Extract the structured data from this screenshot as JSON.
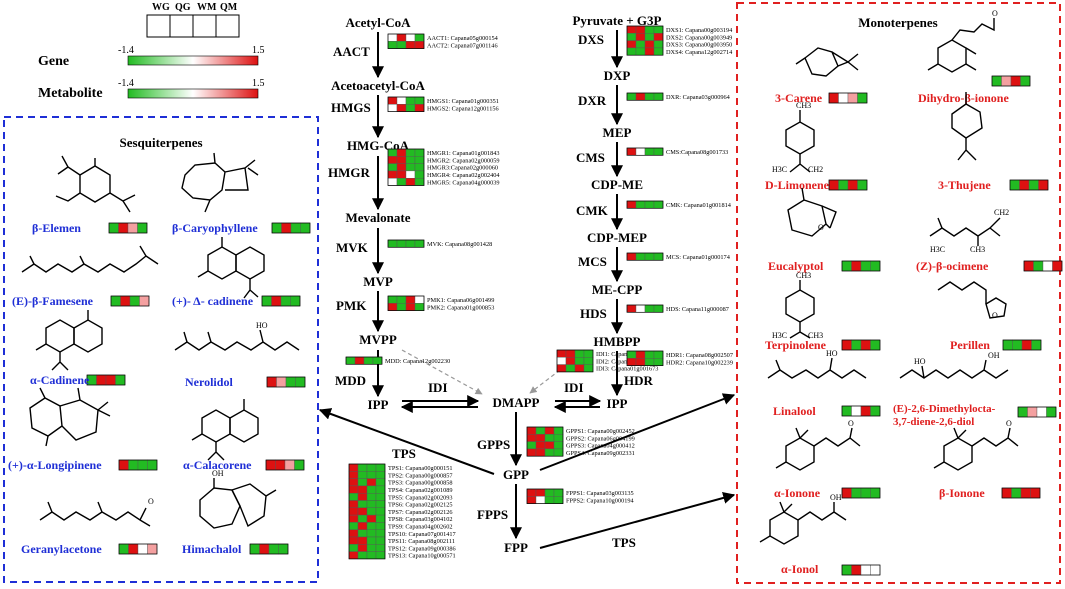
{
  "legend": {
    "columns": [
      "WG",
      "QG",
      "WM",
      "QM"
    ],
    "gene_label": "Gene",
    "metabolite_label": "Metabolite",
    "min": "-1.4",
    "max": "1.5",
    "colors": {
      "low": "#22bb22",
      "mid": "#ffffff",
      "high": "#dd1111"
    }
  },
  "pathway": {
    "metabolites": [
      "Acetyl-CoA",
      "Acetoacetyl-CoA",
      "HMG-CoA",
      "Mevalonate",
      "MVP",
      "MVPP",
      "IPP",
      "DMAPP",
      "GPP",
      "FPP",
      "Pyruvate + G3P",
      "DXP",
      "MEP",
      "CDP-ME",
      "CDP-MEP",
      "ME-CPP",
      "HMBPP",
      "IPP"
    ],
    "enzymes": [
      "AACT",
      "HMGS",
      "HMGR",
      "MVK",
      "PMK",
      "MDD",
      "IDI",
      "DXS",
      "DXR",
      "CMS",
      "CMK",
      "MCS",
      "HDS",
      "HDR",
      "IDI",
      "GPPS",
      "FPPS",
      "TPS",
      "TPS"
    ]
  },
  "genes": {
    "AACT": [
      "AACT1: Capana05g000154",
      "AACT2: Capana07g001146"
    ],
    "HMGS": [
      "HMGS1: Capana01g000351",
      "HMGS2: Capana12g001156"
    ],
    "HMGR": [
      "HMGR1: Capana01g001843",
      "HMGR2: Capana02g000059",
      "HMGR3:Capana02g000060",
      "HMGR4: Capana02g002404",
      "HMGR5: Capana04g000039"
    ],
    "MVK": [
      "MVK: Capana08g001428"
    ],
    "PMK": [
      "PMK1: Capana06g001499",
      "PMK2: Capana01g000853"
    ],
    "MDD": [
      "MDD: Capana12g002230"
    ],
    "IDI": [
      "IDI1: Capana05g002500",
      "IDI2: Capana05g002501",
      "IDI3: Capana01g001673"
    ],
    "DXS": [
      "DXS1: Capana00g003194",
      "DXS2: Capana00g003949",
      "DXS3: Capana00g003950",
      "DXS4: Capana12g002714"
    ],
    "DXR": [
      "DXR: Capana03g000964"
    ],
    "CMS": [
      "CMS:Capana08g001733"
    ],
    "CMK": [
      "CMK: Capana01g001814"
    ],
    "MCS": [
      "MCS: Capana01g000174"
    ],
    "HDS": [
      "HDS: Capana11g000087"
    ],
    "HDR": [
      "HDR1: Capana08g002507",
      "HDR2: Capana10g002239"
    ],
    "GPPS": [
      "GPPS1: Capana00g002452",
      "GPPS2: Capana06g004199",
      "GPPS3: Capana04g000412",
      "GPPS4: Capana09g002331"
    ],
    "FPPS": [
      "FPPS1: Capana03g003135",
      "FPPS2: Capana10g000194"
    ],
    "TPS": [
      "TPS1: Capana00g000151",
      "TPS2: Capana00g000857",
      "TPS3: Capana00g000858",
      "TPS4: Capana02g001089",
      "TPS5: Capana02g002093",
      "TPS6: Capana02g002125",
      "TPS7: Capana02g002126",
      "TPS8: Capana03g004102",
      "TPS9: Capana04g002602",
      "TPS10: Capana07g001417",
      "TPS11: Capana08g002111",
      "TPS12: Capana09g000386",
      "TPS13: Capana10g000571"
    ]
  },
  "sesquiterpenes": {
    "title": "Sesquiterpenes",
    "compounds": [
      "β-Elemen",
      "β-Caryophyllene",
      "(E)-β-Famesene",
      "(+)- Δ- cadinene",
      "α-Cadinene",
      "Nerolidol",
      "(+)-α-Longipinene",
      "α-Calacorene",
      "Geranylacetone",
      "Himachalol"
    ]
  },
  "monoterpenes": {
    "title": "Monoterpenes",
    "compounds": [
      "3-Carene",
      "Dihydro-β-ionone",
      "D-Limonene",
      "3-Thujene",
      "Eucalyptol",
      "(Z)-β-ocimene",
      "Terpinolene",
      "Perillen",
      "Linalool",
      "(E)-2,6-Dimethylocta-\n3,7-diene-2,6-diol",
      "α-Ionone",
      "β-Ionone",
      "α-Ionol"
    ]
  },
  "structure_atom_labels": [
    "CH3",
    "H3C",
    "CH2",
    "HO",
    "OH",
    "O"
  ],
  "heatmaps": {
    "AACT": [
      [
        0,
        1,
        0,
        -1
      ],
      [
        -1,
        -1,
        1,
        1
      ]
    ],
    "HMGS": [
      [
        1,
        0,
        -1,
        -1
      ],
      [
        0,
        1,
        -1,
        1
      ]
    ],
    "HMGR": [
      [
        -1,
        1,
        -1,
        -1
      ],
      [
        1,
        1,
        -1,
        -1
      ],
      [
        -1,
        1,
        -1,
        -1
      ],
      [
        1,
        1,
        0,
        -1
      ],
      [
        0,
        -1,
        1,
        -1
      ]
    ],
    "MVK": [
      [
        -1,
        -1,
        -1,
        -1
      ]
    ],
    "PMK": [
      [
        -1,
        -1,
        1,
        0
      ],
      [
        1,
        -1,
        1,
        -1
      ]
    ],
    "MDD": [
      [
        -1,
        1,
        -1,
        -1
      ]
    ],
    "IDI": [
      [
        1,
        1,
        -1,
        -1
      ],
      [
        0,
        1,
        -1,
        -1
      ],
      [
        1,
        -1,
        1,
        -1
      ]
    ],
    "DXS": [
      [
        1,
        1,
        -1,
        -1
      ],
      [
        -1,
        1,
        -1,
        1
      ],
      [
        1,
        -1,
        1,
        -1
      ],
      [
        -1,
        -1,
        1,
        -1
      ]
    ],
    "DXR": [
      [
        -1,
        1,
        -1,
        -1
      ]
    ],
    "CMS": [
      [
        1,
        0,
        -1,
        -1
      ]
    ],
    "CMK": [
      [
        1,
        -1,
        -1,
        -1
      ]
    ],
    "MCS": [
      [
        1,
        -1,
        -1,
        -1
      ]
    ],
    "HDS": [
      [
        1,
        0,
        -1,
        -1
      ]
    ],
    "HDR": [
      [
        -1,
        1,
        -1,
        -1
      ],
      [
        1,
        1,
        -1,
        -1
      ]
    ],
    "GPPS": [
      [
        1,
        -1,
        1,
        -1
      ],
      [
        1,
        1,
        -1,
        -1
      ],
      [
        -1,
        1,
        1,
        -1
      ],
      [
        1,
        1,
        -1,
        -1
      ]
    ],
    "FPPS": [
      [
        1,
        1,
        -1,
        -1
      ],
      [
        1,
        0,
        -1,
        -1
      ]
    ],
    "TPS": [
      [
        1,
        -1,
        -1,
        -1
      ],
      [
        1,
        -1,
        -1,
        -1
      ],
      [
        1,
        -1,
        1,
        -1
      ],
      [
        1,
        1,
        -1,
        -1
      ],
      [
        -1,
        1,
        -1,
        -1
      ],
      [
        1,
        -1,
        -1,
        -1
      ],
      [
        1,
        1,
        -1,
        -1
      ],
      [
        1,
        -1,
        1,
        -1
      ],
      [
        -1,
        1,
        -1,
        -1
      ],
      [
        1,
        -1,
        -1,
        -1
      ],
      [
        1,
        1,
        -1,
        -1
      ],
      [
        -1,
        1,
        -1,
        -1
      ],
      [
        1,
        -1,
        -1,
        -1
      ]
    ]
  },
  "compound_heatmaps": {
    "β-Elemen": [
      -1,
      1,
      0.5,
      -1
    ],
    "β-Caryophyllene": [
      -1,
      1,
      -1,
      -1
    ],
    "(E)-β-Famesene": [
      -1,
      1,
      -1,
      0.5
    ],
    "(+)- Δ- cadinene": [
      -1,
      1,
      -1,
      -1
    ],
    "α-Cadinene": [
      -1,
      1,
      1,
      -1
    ],
    "Nerolidol": [
      1,
      0.5,
      -1,
      -1
    ],
    "(+)-α-Longipinene": [
      1,
      -1,
      -1,
      -1
    ],
    "α-Calacorene": [
      1,
      1,
      0.5,
      -1
    ],
    "Geranylacetone": [
      -1,
      1,
      0,
      0.5
    ],
    "Himachalol": [
      -1,
      1,
      -1,
      -1
    ],
    "3-Carene": [
      1,
      0,
      0.5,
      -1
    ],
    "Dihydro-β-ionone": [
      -1,
      0.5,
      1,
      -1
    ],
    "D-Limonene": [
      1,
      -1,
      1,
      -1
    ],
    "3-Thujene": [
      -1,
      1,
      -1,
      1
    ],
    "Eucalyptol": [
      -1,
      1,
      -1,
      -1
    ],
    "(Z)-β-ocimene": [
      1,
      -1,
      0,
      1
    ],
    "Terpinolene": [
      1,
      -1,
      1,
      -1
    ],
    "Perillen": [
      -1,
      -1,
      1,
      -1
    ],
    "Linalool": [
      -1,
      0,
      1,
      -1
    ],
    "(E)-2,6-Dimethylocta-\n3,7-diene-2,6-diol": [
      -1,
      0.5,
      0,
      -1
    ],
    "α-Ionone": [
      1,
      -1,
      -1,
      -1
    ],
    "β-Ionone": [
      1,
      -1,
      1,
      1
    ],
    "α-Ionol": [
      -1,
      1,
      0,
      0
    ]
  }
}
